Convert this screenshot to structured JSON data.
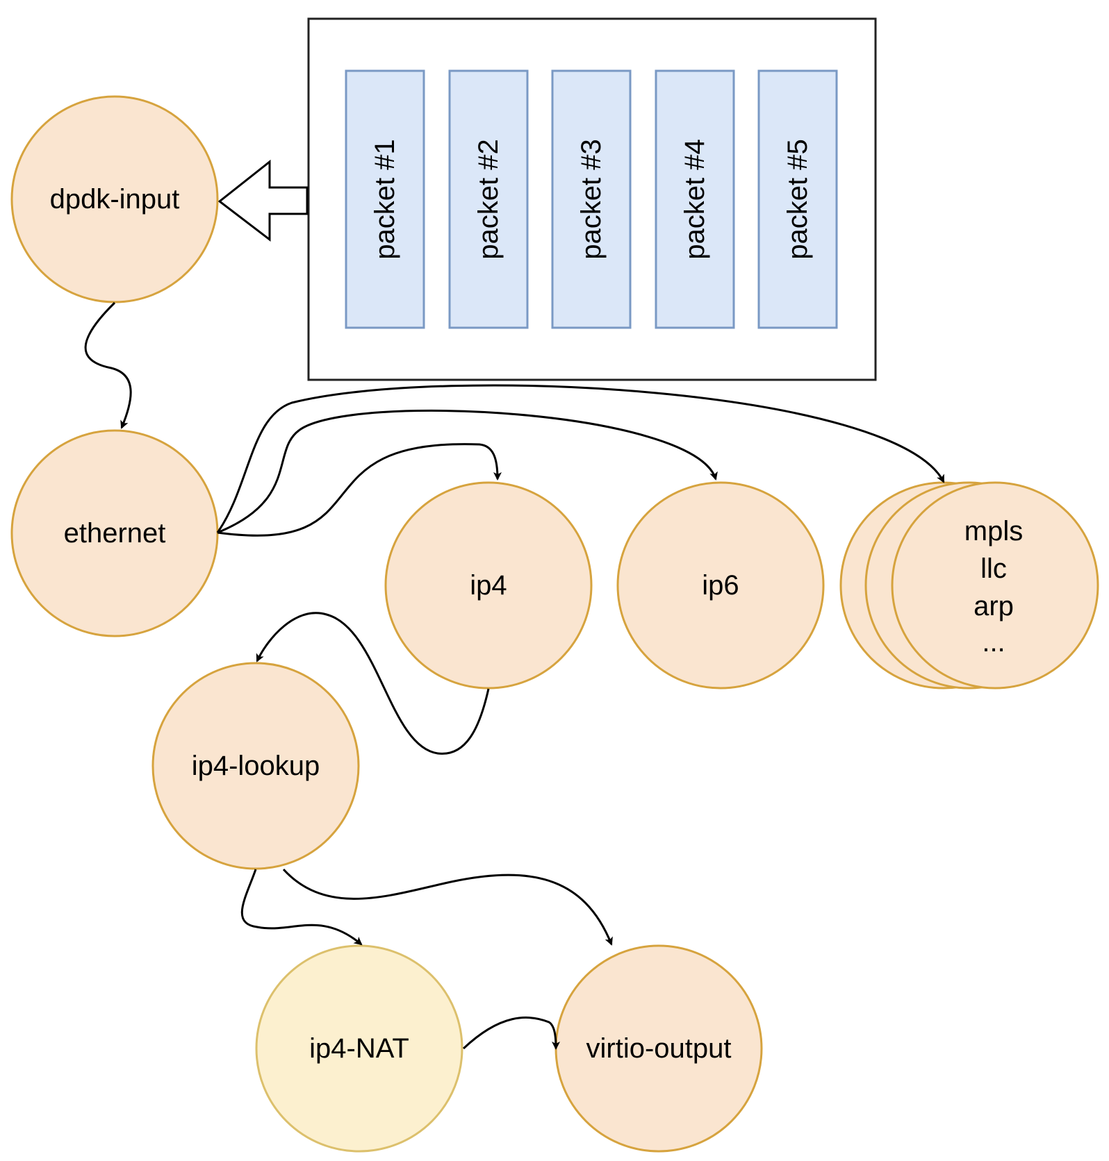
{
  "colors": {
    "node_fill": "#fae5d0",
    "node_stroke": "#d6a33e",
    "nat_fill": "#fcf0cf",
    "nat_stroke": "#dcc06c",
    "packet_fill": "#dbe7f8",
    "packet_stroke": "#7a99c4",
    "line": "#000000"
  },
  "packets": [
    {
      "label": "packet #1"
    },
    {
      "label": "packet #2"
    },
    {
      "label": "packet #3"
    },
    {
      "label": "packet #4"
    },
    {
      "label": "packet #5"
    }
  ],
  "nodes": {
    "dpdk_input": "dpdk-input",
    "ethernet": "ethernet",
    "ip4": "ip4",
    "ip6": "ip6",
    "stack_lines": [
      "mpls",
      "llc",
      "arp",
      "..."
    ],
    "ip4_lookup": "ip4-lookup",
    "ip4_nat": "ip4-NAT",
    "virtio_output": "virtio-output"
  }
}
